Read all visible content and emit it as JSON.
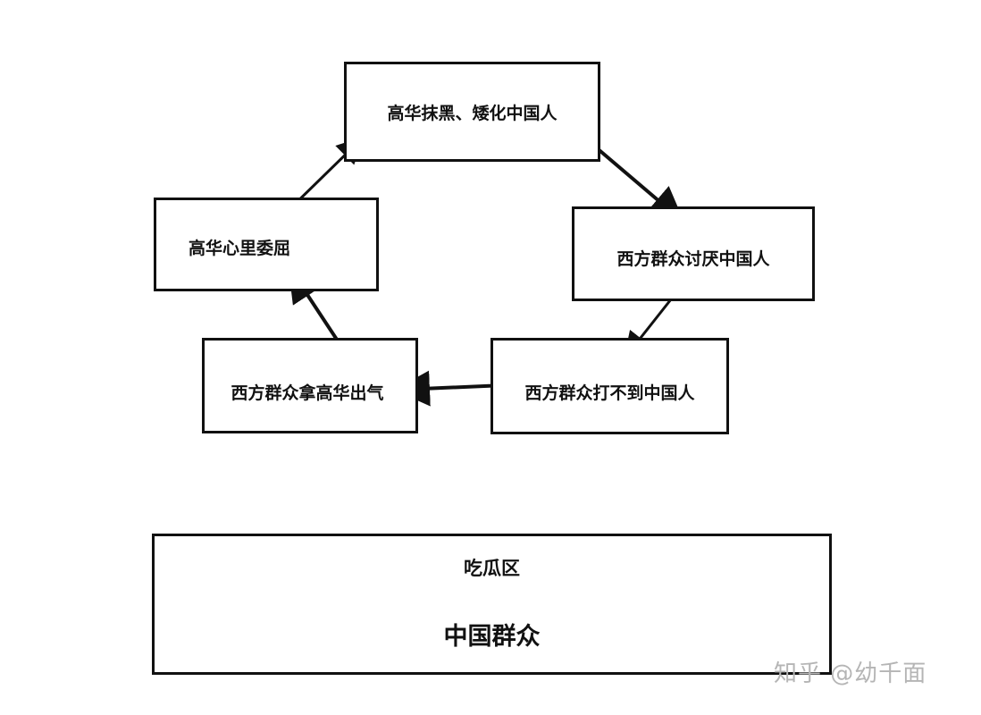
{
  "diagram": {
    "nodes": {
      "top": "高华抹黑、矮化中国人",
      "right": "西方群众讨厌中国人",
      "bottom_right": "西方群众打不到中国人",
      "bottom_left": "西方群众拿高华出气",
      "left": "高华心里委屈"
    },
    "bottom_panel": {
      "title": "吃瓜区",
      "label": "中国群众"
    },
    "stroke_color": "#111111"
  },
  "watermark": "知乎 @幼千面"
}
